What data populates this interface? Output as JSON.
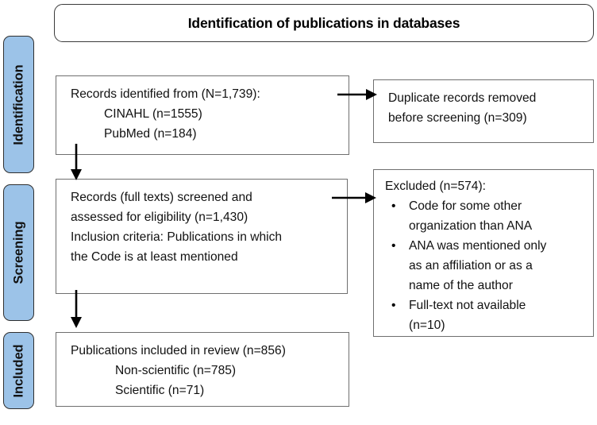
{
  "banner": {
    "title": "Identification of publications in databases"
  },
  "stages": [
    {
      "id": "identification",
      "label": "Identification"
    },
    {
      "id": "screening",
      "label": "Screening"
    },
    {
      "id": "included",
      "label": "Included"
    }
  ],
  "boxes": {
    "records_identified": {
      "lines": [
        "Records identified from (N=1,739):",
        "CINAHL (n=1555)",
        "PubMed (n=184)"
      ]
    },
    "duplicates_removed": {
      "lines": [
        "Duplicate records removed",
        "before screening (n=309)"
      ]
    },
    "records_screened": {
      "lines": [
        "Records (full texts) screened and",
        "assessed for eligibility (n=1,430)",
        "Inclusion criteria: Publications in which",
        "the Code is at least mentioned"
      ]
    },
    "excluded": {
      "heading": "Excluded (n=574):",
      "bullet_glyph": "•",
      "bullets": [
        [
          "Code for some other",
          "organization than ANA"
        ],
        [
          "ANA was mentioned only",
          "as an affiliation or as a",
          "name of the author"
        ],
        [
          "Full-text not available",
          "(n=10)"
        ]
      ]
    },
    "included": {
      "lines": [
        "Publications included in review (n=856)",
        "Non-scientific (n=785)",
        "Scientific (n=71)"
      ]
    }
  },
  "colors": {
    "stage_fill": "#9cc3e8",
    "stage_border": "#2f2f2f",
    "box_border": "#6f6f6f",
    "arrow": "#000000",
    "background": "#ffffff"
  }
}
